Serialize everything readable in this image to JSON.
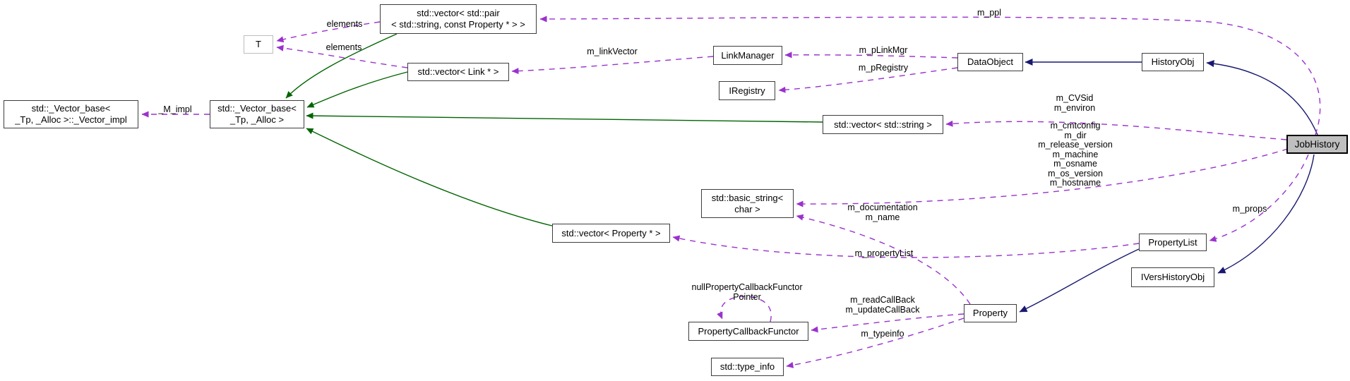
{
  "diagram": {
    "type": "doxygen-collaboration-graph",
    "main_class": "JobHistory",
    "colors": {
      "usage_edge": "#9a32cd",
      "public_inheritance_edge": "#191970",
      "protected_inheritance_edge": "#006400",
      "node_fill": "#ffffff",
      "main_node_fill": "#bfbfbf",
      "node_border": "#3d3d3d"
    }
  },
  "nodes": {
    "vector_pair": {
      "label": "std::vector< std::pair\n< std::string, const Property * > >"
    },
    "t": {
      "label": "T"
    },
    "vector_link": {
      "label": "std::vector< Link * >"
    },
    "link_manager": {
      "label": "LinkManager"
    },
    "iregistry": {
      "label": "IRegistry"
    },
    "data_object": {
      "label": "DataObject"
    },
    "history_obj": {
      "label": "HistoryObj"
    },
    "vector_base_impl": {
      "label": "std::_Vector_base<\n_Tp, _Alloc >::_Vector_impl"
    },
    "vector_base": {
      "label": "std::_Vector_base<\n_Tp, _Alloc >"
    },
    "vector_string": {
      "label": "std::vector< std::string >"
    },
    "job_history": {
      "label": "JobHistory"
    },
    "basic_string": {
      "label": "std::basic_string<\nchar >"
    },
    "vector_property": {
      "label": "std::vector< Property * >"
    },
    "property_list": {
      "label": "PropertyList"
    },
    "ivers_history_obj": {
      "label": "IVersHistoryObj"
    },
    "property_callback_functor": {
      "label": "PropertyCallbackFunctor"
    },
    "property": {
      "label": "Property"
    },
    "type_info": {
      "label": "std::type_info"
    }
  },
  "edge_labels": {
    "elements_1": "elements",
    "elements_2": "elements",
    "m_ppl": "m_ppl",
    "m_linkVector": "m_linkVector",
    "m_pLinkMgr": "m_pLinkMgr",
    "m_pRegistry": "m_pRegistry",
    "m_impl": "_M_impl",
    "jobhistory_strings_a": "m_CVSid\nm_environ",
    "jobhistory_strings_b": "m_cmtconfig\nm_dir\nm_release_version\nm_machine\nm_osname\nm_os_version\nm_hostname",
    "property_strings": "m_documentation\nm_name",
    "m_props": "m_props",
    "m_propertyList": "m_propertyList",
    "null_functor": "nullPropertyCallbackFunctor\nPointer",
    "callbacks": "m_readCallBack\nm_updateCallBack",
    "m_typeinfo": "m_typeinfo"
  }
}
